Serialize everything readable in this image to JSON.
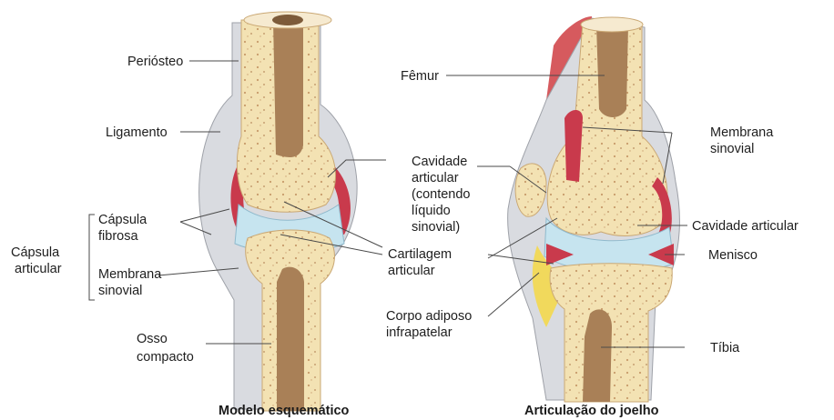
{
  "left_figure": {
    "caption": "Modelo esquemático",
    "labels": {
      "periosteo": "Periósteo",
      "ligamento": "Ligamento",
      "capsula_fibrosa": [
        "Cápsula",
        "fibrosa"
      ],
      "capsula_articular": [
        "Cápsula",
        "articular"
      ],
      "membrana_sinovial": [
        "Membrana",
        "sinovial"
      ],
      "osso_compacto": [
        "Osso",
        "compacto"
      ]
    }
  },
  "middle_labels": {
    "cavidade_articular": [
      "Cavidade",
      "articular",
      "(contendo",
      "líquido",
      "sinovial)"
    ],
    "cartilagem_articular": [
      "Cartilagem",
      "articular"
    ],
    "corpo_adiposo": [
      "Corpo adiposo",
      "infrapatelar"
    ]
  },
  "right_figure": {
    "caption": "Articulação do joelho",
    "labels": {
      "femur": "Fêmur",
      "membrana_sinovial": [
        "Membrana",
        "sinovial"
      ],
      "cavidade_articular": "Cavidade articular",
      "menisco": "Menisco",
      "tibia": "Tíbia"
    }
  },
  "colors": {
    "bone": "#f3e2b3",
    "marrow": "#a98057",
    "cartilage": "#c6e4ef",
    "synovial": "#c93a4c",
    "capsule": "#d7d9de",
    "fat": "#f1d95c"
  }
}
